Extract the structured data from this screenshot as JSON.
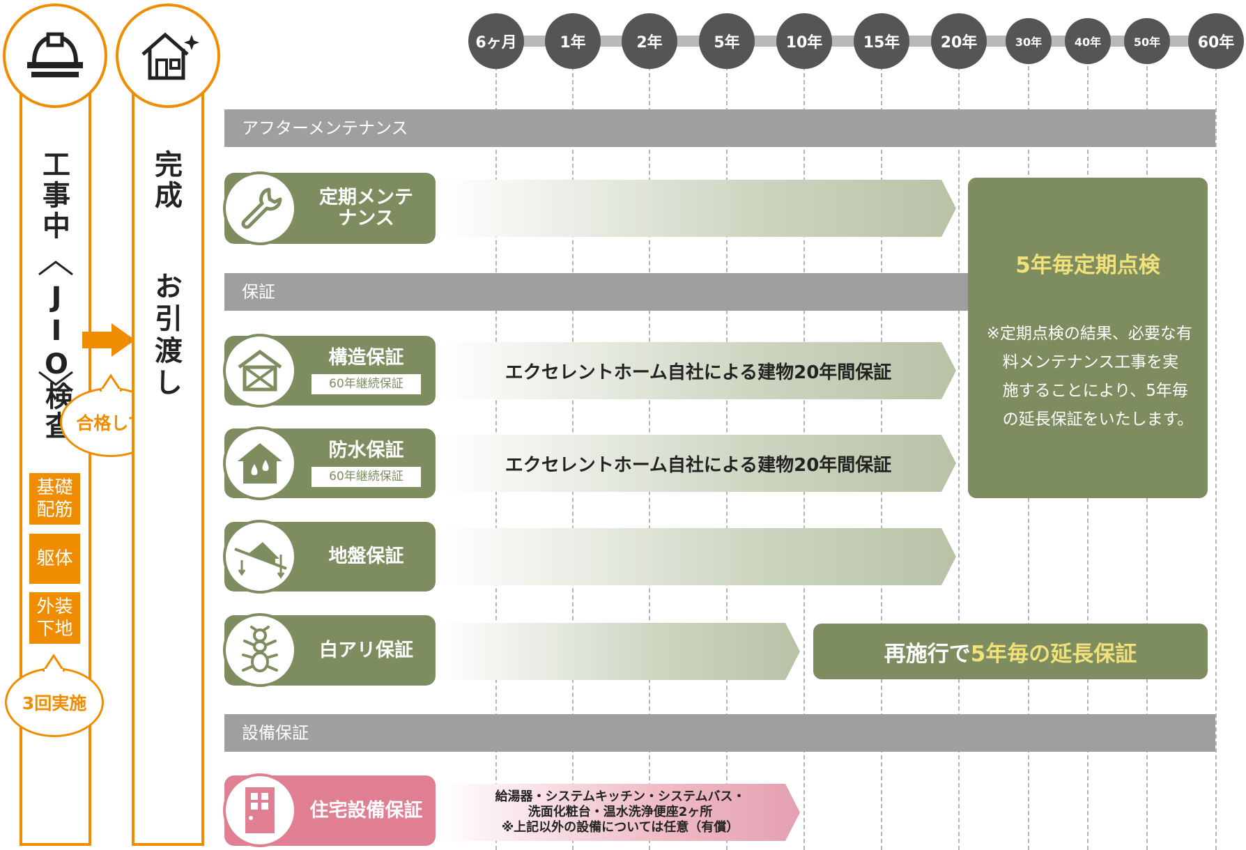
{
  "left": {
    "construction_label": "工事中",
    "inspection_label": "JIO検査",
    "phases": [
      "基礎配筋",
      "躯体",
      "外装下地"
    ],
    "three_times": "3回実施",
    "passed": "合格して",
    "complete_label": "完成",
    "handover_label": "お引渡し"
  },
  "timeline": {
    "ticks": [
      "6ヶ月",
      "1年",
      "2年",
      "5年",
      "10年",
      "15年",
      "20年",
      "30年",
      "40年",
      "50年",
      "60年"
    ]
  },
  "sections": {
    "after": "アフターメンテナンス",
    "warranty": "保証",
    "equipment": "設備保証"
  },
  "items": {
    "maintenance": {
      "label": "定期メンテナンス"
    },
    "structure": {
      "label": "構造保証",
      "sub": "60年継続保証",
      "arrow": "エクセレントホーム自社による建物20年間保証"
    },
    "waterproof": {
      "label": "防水保証",
      "sub": "60年継続保証",
      "arrow": "エクセレントホーム自社による建物20年間保証"
    },
    "ground": {
      "label": "地盤保証"
    },
    "termite": {
      "label": "白アリ保証"
    },
    "equipment": {
      "label": "住宅設備保証",
      "lines": [
        "給湯器・システムキッチン・システムバス・",
        "洗面化粧台・温水洗浄便座2ヶ所",
        "※上記以外の設備については任意（有償）"
      ]
    }
  },
  "inspection_box": {
    "title": "5年毎定期点検",
    "note": "※定期点検の結果、必要な有料メンテナンス工事を実施することにより、5年毎の延長保証をいたします。"
  },
  "termite_box": {
    "prefix": "再施行で",
    "highlight": "5年毎の延長保証"
  },
  "colors": {
    "orange": "#f08c00",
    "olive": "#7d8d5f",
    "pink": "#e07e92",
    "yellow": "#f2e07a",
    "gray": "#9f9f9f"
  }
}
